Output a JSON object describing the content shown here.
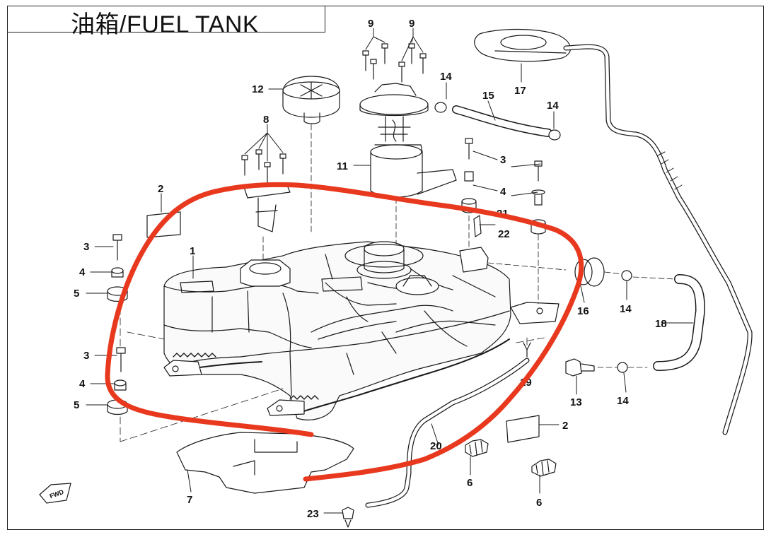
{
  "title": "油箱/FUEL TANK",
  "fwd_label": "FWD",
  "callouts": [
    {
      "id": "c9a",
      "text": "9"
    },
    {
      "id": "c9b",
      "text": "9"
    },
    {
      "id": "c12",
      "text": "12"
    },
    {
      "id": "c8",
      "text": "8"
    },
    {
      "id": "c14a",
      "text": "14"
    },
    {
      "id": "c15",
      "text": "15"
    },
    {
      "id": "c17",
      "text": "17"
    },
    {
      "id": "c14b",
      "text": "14"
    },
    {
      "id": "c11",
      "text": "11"
    },
    {
      "id": "c3a",
      "text": "3"
    },
    {
      "id": "c4a",
      "text": "4"
    },
    {
      "id": "c21",
      "text": "21"
    },
    {
      "id": "c22",
      "text": "22"
    },
    {
      "id": "c2a",
      "text": "2"
    },
    {
      "id": "c1",
      "text": "1"
    },
    {
      "id": "c3b",
      "text": "3"
    },
    {
      "id": "c4b",
      "text": "4"
    },
    {
      "id": "c5a",
      "text": "5"
    },
    {
      "id": "c16",
      "text": "16"
    },
    {
      "id": "c14c",
      "text": "14"
    },
    {
      "id": "c18",
      "text": "18"
    },
    {
      "id": "c3c",
      "text": "3"
    },
    {
      "id": "c19",
      "text": "19"
    },
    {
      "id": "c4c",
      "text": "4"
    },
    {
      "id": "c5b",
      "text": "5"
    },
    {
      "id": "c13",
      "text": "13"
    },
    {
      "id": "c14d",
      "text": "14"
    },
    {
      "id": "c2b",
      "text": "2"
    },
    {
      "id": "c20",
      "text": "20"
    },
    {
      "id": "c6a",
      "text": "6"
    },
    {
      "id": "c7",
      "text": "7"
    },
    {
      "id": "c6b",
      "text": "6"
    },
    {
      "id": "c23",
      "text": "23"
    }
  ],
  "colors": {
    "annotation": "#e8391f",
    "line": "#1a1a1a"
  }
}
